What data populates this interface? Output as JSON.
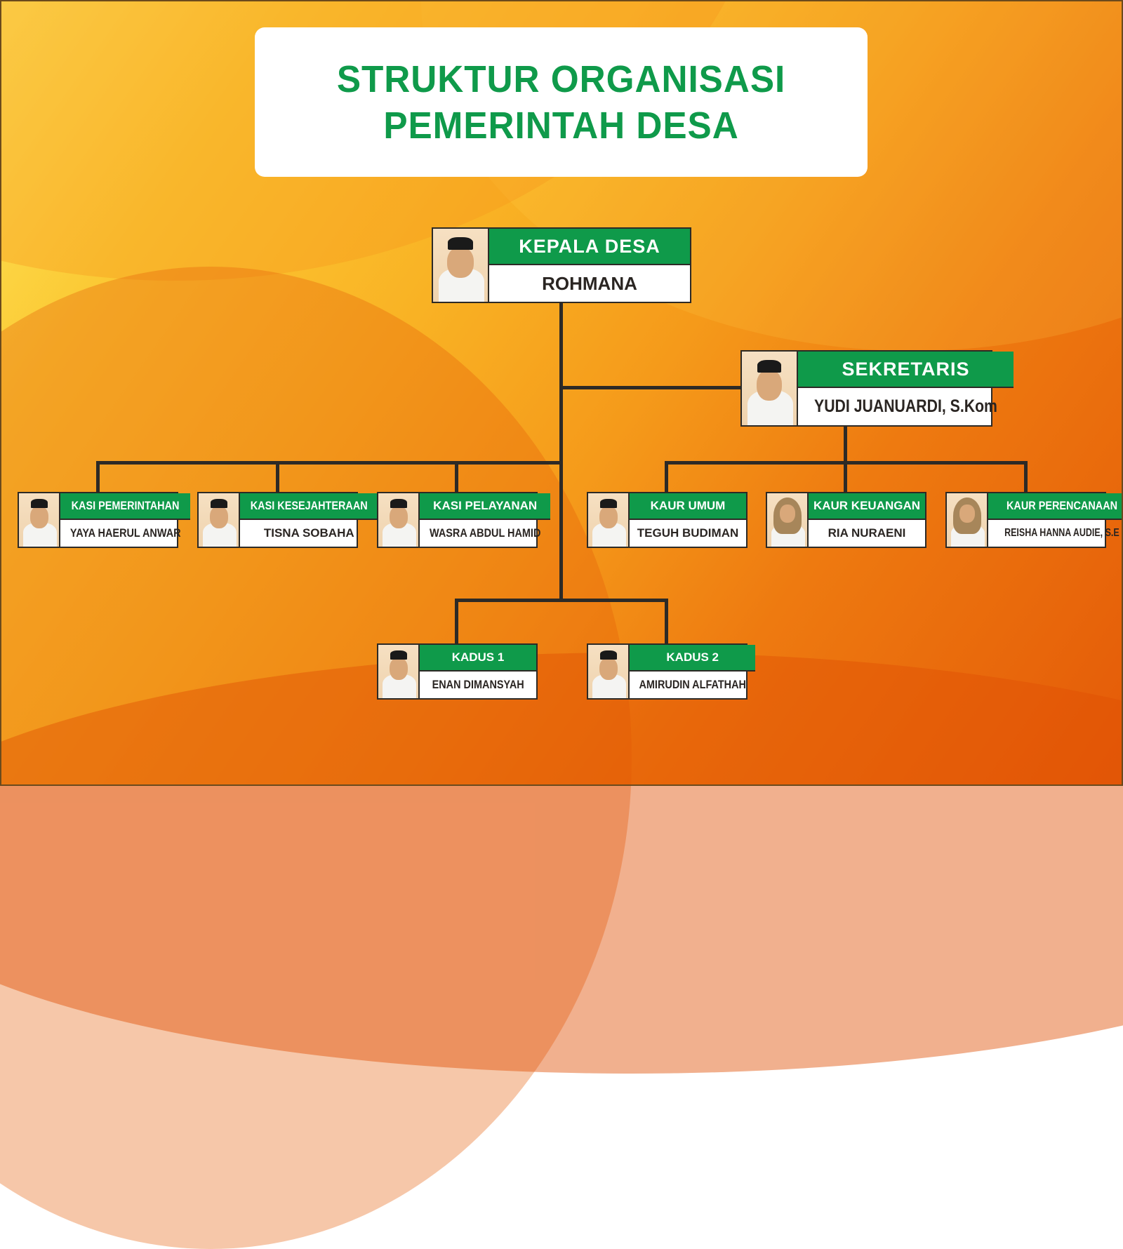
{
  "title": {
    "line1": "STRUKTUR ORGANISASI",
    "line2": "PEMERINTAH DESA"
  },
  "colors": {
    "title_green": "#0f9a4a",
    "role_band_green": "#0f9a4a",
    "connector": "#2d2a26",
    "background_start": "#fde65a",
    "background_end": "#e45a08"
  },
  "head": {
    "role": "KEPALA DESA",
    "name": "ROHMANA",
    "photo": "portrait-man-peci"
  },
  "secretary": {
    "role": "SEKRETARIS",
    "name": "YUDI JUANUARDI, S.Kom",
    "photo": "portrait-man-peci"
  },
  "kasi": [
    {
      "role": "KASI PEMERINTAHAN",
      "name": "YAYA HAERUL ANWAR",
      "photo": "portrait-man-peci"
    },
    {
      "role": "KASI KESEJAHTERAAN",
      "name": "TISNA SOBAHA",
      "photo": "portrait-man-peci"
    },
    {
      "role": "KASI PELAYANAN",
      "name": "WASRA ABDUL HAMID",
      "photo": "portrait-man-peci"
    }
  ],
  "kaur": [
    {
      "role": "KAUR UMUM",
      "name": "TEGUH BUDIMAN",
      "photo": "portrait-man-peci"
    },
    {
      "role": "KAUR KEUANGAN",
      "name": "RIA NURAENI",
      "photo": "portrait-woman-hijab"
    },
    {
      "role": "KAUR PERENCANAAN",
      "name": "REISHA HANNA AUDIE, S.E",
      "photo": "portrait-woman-hijab"
    }
  ],
  "kadus": [
    {
      "role": "KADUS 1",
      "name": "ENAN DIMANSYAH",
      "photo": "portrait-man-peci"
    },
    {
      "role": "KADUS 2",
      "name": "AMIRUDIN ALFATHAH",
      "photo": "portrait-man-peci"
    }
  ]
}
